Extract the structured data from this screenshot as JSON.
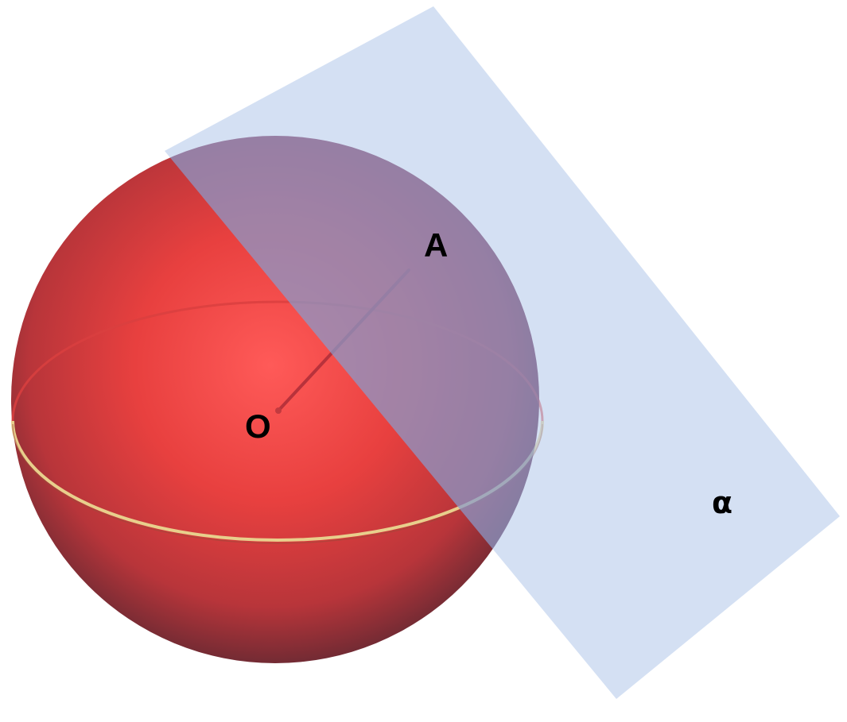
{
  "labels": {
    "point_a": "A",
    "center_o": "O",
    "plane": "α"
  },
  "colors": {
    "sphere": "#e8403f",
    "plane": "#c4d4ef",
    "radius_line": "#b8323b",
    "equator_back": "#d94040",
    "equator_front": "#e8cf8c",
    "background": "#ffffff"
  }
}
